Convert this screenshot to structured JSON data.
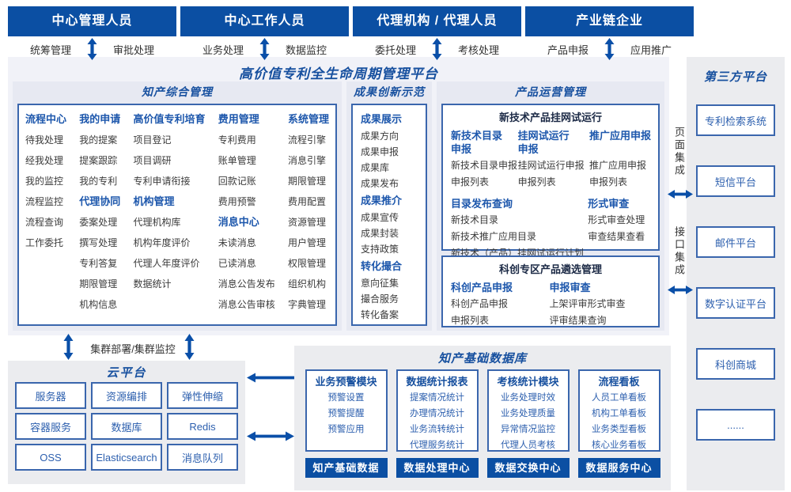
{
  "colors": {
    "header_bg": "#0b4fa3",
    "accent": "#17509f",
    "border": "#3a66ad",
    "arrow": "#0a4fa8",
    "item_blue": "#2c5fae",
    "section_bg": "#e7e9f2"
  },
  "roles": [
    {
      "title": "中心管理人员",
      "left": "统筹管理",
      "right": "审批处理"
    },
    {
      "title": "中心工作人员",
      "left": "业务处理",
      "right": "数据监控"
    },
    {
      "title": "代理机构 / 代理人员",
      "left": "委托处理",
      "right": "考核处理"
    },
    {
      "title": "产业链企业",
      "left": "产品申报",
      "right": "应用推广"
    }
  ],
  "platform": {
    "title": "高价值专利全生命周期管理平台"
  },
  "s1": {
    "title": "知产综合管理",
    "cols": [
      {
        "groups": [
          {
            "h": "流程中心",
            "items": [
              "待我处理",
              "经我处理",
              "我的监控",
              "流程监控",
              "流程查询",
              "工作委托"
            ]
          }
        ]
      },
      {
        "groups": [
          {
            "h": "我的申请",
            "items": [
              "我的提案",
              "提案跟踪",
              "我的专利"
            ]
          },
          {
            "h": "代理协同",
            "items": [
              "委案处理",
              "撰写处理",
              "专利答复",
              "期限管理",
              "机构信息"
            ]
          }
        ]
      },
      {
        "groups": [
          {
            "h": "高价值专利培育",
            "items": [
              "项目登记",
              "项目调研",
              "专利申请衔接"
            ]
          },
          {
            "h": "机构管理",
            "items": [
              "代理机构库",
              "机构年度评价",
              "代理人年度评价",
              "数据统计"
            ]
          }
        ]
      },
      {
        "groups": [
          {
            "h": "费用管理",
            "items": [
              "专利费用",
              "账单管理",
              "回款记账",
              "费用预警"
            ]
          },
          {
            "h": "消息中心",
            "items": [
              "未读消息",
              "已读消息",
              "消息公告发布",
              "消息公告审核"
            ]
          }
        ]
      },
      {
        "groups": [
          {
            "h": "系统管理",
            "items": [
              "流程引擎",
              "消息引擎",
              "期限管理",
              "费用配置",
              "资源管理",
              "用户管理",
              "权限管理",
              "组织机构",
              "字典管理"
            ]
          }
        ]
      }
    ]
  },
  "s2": {
    "title": "成果创新示范",
    "groups": [
      {
        "h": "成果展示",
        "items": [
          "成果方向",
          "成果申报",
          "成果库",
          "成果发布"
        ]
      },
      {
        "h": "成果推介",
        "items": [
          "成果宣传",
          "成果封装",
          "支持政策"
        ]
      },
      {
        "h": "转化撮合",
        "items": [
          "意向征集",
          "撮合服务",
          "转化备案"
        ]
      }
    ]
  },
  "s3": {
    "title": "产品运营管理",
    "boxA": {
      "title": "新技术产品挂网试运行",
      "top": [
        {
          "h": "新技术目录申报",
          "items": [
            "新技术目录申报",
            "申报列表"
          ]
        },
        {
          "h": "挂网试运行申报",
          "items": [
            "挂网试运行申报",
            "申报列表"
          ]
        },
        {
          "h": "推广应用申报",
          "items": [
            "推广应用申报",
            "申报列表"
          ]
        }
      ],
      "bottom": [
        {
          "h": "目录发布查询",
          "items": [
            "新技术目录",
            "新技术推广应用目录",
            "新技术（产品）挂网试运行计划"
          ]
        },
        {
          "h": "形式审查",
          "items": [
            "形式审查处理",
            "审查结果查看"
          ]
        }
      ]
    },
    "boxB": {
      "title": "科创专区产品遴选管理",
      "groups": [
        {
          "h": "科创产品申报",
          "items": [
            "科创产品申报",
            "申报列表"
          ]
        },
        {
          "h": "申报审查",
          "items": [
            "上架评审形式审查",
            "评审结果查询"
          ]
        }
      ]
    }
  },
  "third_party": {
    "title": "第三方平台",
    "boxes": [
      "专利检索系统",
      "短信平台",
      "邮件平台",
      "数字认证平台",
      "科创商城",
      "......"
    ]
  },
  "integration": {
    "page": "页面集成",
    "api": "接口集成"
  },
  "cluster": {
    "label": "集群部署/集群监控"
  },
  "cloud": {
    "title": "云平台",
    "cells": [
      "服务器",
      "资源编排",
      "弹性伸缩",
      "容器服务",
      "数据库",
      "Redis",
      "OSS",
      "Elasticsearch",
      "消息队列"
    ]
  },
  "db": {
    "title": "知产基础数据库",
    "modules": [
      {
        "h": "业务预警模块",
        "items": [
          "预警设置",
          "预警提醒",
          "预警应用"
        ],
        "bar": "知产基础数据"
      },
      {
        "h": "数据统计报表",
        "items": [
          "提案情况统计",
          "办理情况统计",
          "业务流转统计",
          "代理服务统计"
        ],
        "bar": "数据处理中心"
      },
      {
        "h": "考核统计模块",
        "items": [
          "业务处理时效",
          "业务处理质量",
          "异常情况监控",
          "代理人员考核"
        ],
        "bar": "数据交换中心"
      },
      {
        "h": "流程看板",
        "items": [
          "人员工单看板",
          "机构工单看板",
          "业务类型看板",
          "核心业务看板"
        ],
        "bar": "数据服务中心"
      }
    ]
  }
}
